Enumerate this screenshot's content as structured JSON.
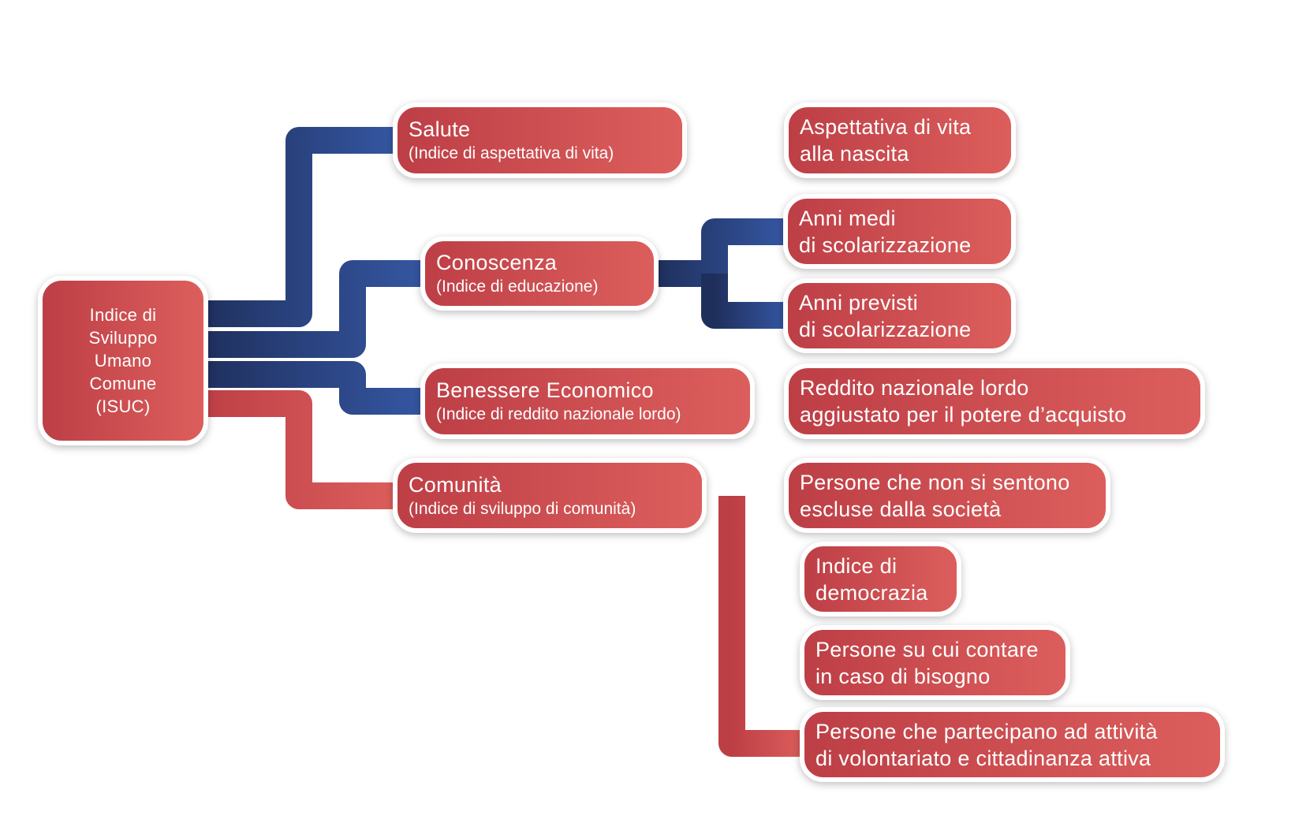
{
  "colors": {
    "blue_dark": "#1f2f5c",
    "blue_light": "#3557a3",
    "red_dark": "#bd3f46",
    "red_light": "#dc5e5c"
  },
  "root": {
    "lines": [
      "Indice di",
      "Sviluppo",
      "Umano",
      "Comune",
      "(ISUC)"
    ]
  },
  "dimensions": [
    {
      "title": "Salute",
      "subtitle": "(Indice di aspettativa di vita)"
    },
    {
      "title": "Conoscenza",
      "subtitle": "(Indice di educazione)"
    },
    {
      "title": "Benessere Economico",
      "subtitle": "(Indice di reddito nazionale lordo)"
    },
    {
      "title": "Comunità",
      "subtitle": "(Indice di sviluppo di comunità)"
    }
  ],
  "indicators": [
    {
      "lines": [
        "Aspettativa di vita",
        "alla nascita"
      ]
    },
    {
      "lines": [
        "Anni medi",
        "di scolarizzazione"
      ]
    },
    {
      "lines": [
        "Anni previsti",
        "di scolarizzazione"
      ]
    },
    {
      "lines": [
        "Reddito nazionale lordo",
        "aggiustato per il potere d’acquisto"
      ]
    },
    {
      "lines": [
        "Persone che non si sentono",
        "escluse dalla società"
      ]
    },
    {
      "lines": [
        "Indice di",
        "democrazia"
      ]
    },
    {
      "lines": [
        "Persone su cui contare",
        "in caso di bisogno"
      ]
    },
    {
      "lines": [
        "Persone che partecipano ad attività",
        "di volontariato e cittadinanza attiva"
      ]
    }
  ]
}
